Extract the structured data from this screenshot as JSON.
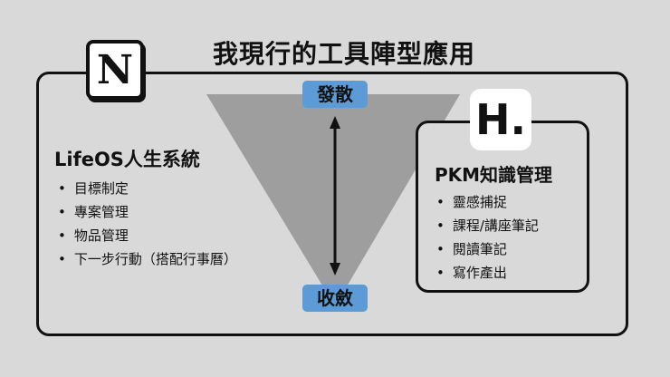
{
  "title": "我現行的工具陣型應用",
  "logos": {
    "notion": "N",
    "heptabase": "H."
  },
  "flow": {
    "top_label": "發散",
    "bottom_label": "收斂"
  },
  "lifeos": {
    "title": "LifeOS人生系統",
    "items": [
      "目標制定",
      "專案管理",
      "物品管理",
      "下一步行動（搭配行事曆）"
    ]
  },
  "pkm": {
    "title": "PKM知識管理",
    "items": [
      "靈感捕捉",
      "課程/講座筆記",
      "閱讀筆記",
      "寫作產出"
    ]
  },
  "colors": {
    "background": "#d9d9d9",
    "funnel": "#9e9e9e",
    "badge": "#5c9bd5",
    "stroke": "#111111"
  }
}
